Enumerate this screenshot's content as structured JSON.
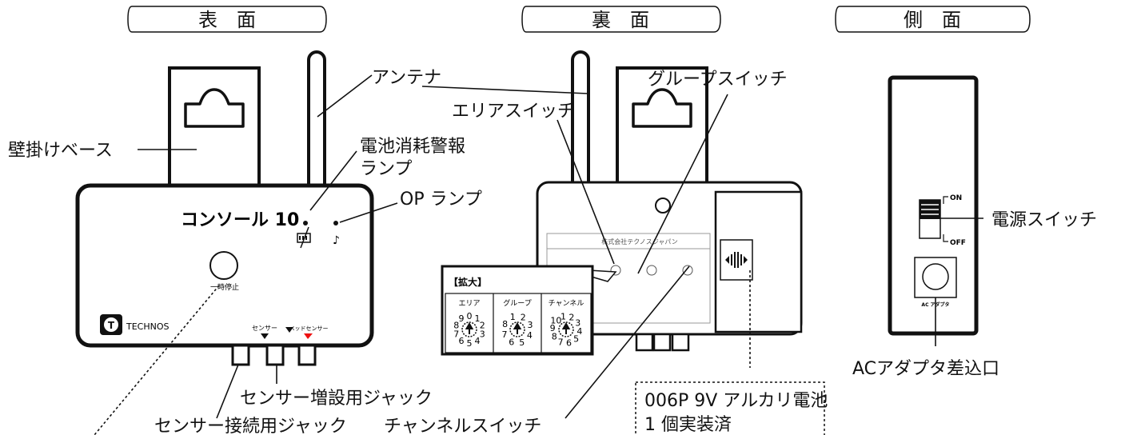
{
  "headers": {
    "front": "表　面",
    "back": "裏　面",
    "side": "側　面"
  },
  "front_device": {
    "title": "コンソール 10",
    "button_label": "一時停止",
    "brand": "TECHNOS",
    "jack_sensor": "センサー",
    "jack_bed_sensor": "ベッドセンサー"
  },
  "back_device": {
    "company": "株式会社テクノスジャパン"
  },
  "zoom_panel": {
    "title": "【拡大】",
    "columns": [
      "エリア",
      "グループ",
      "チャンネル"
    ],
    "area_dial": [
      "0",
      "1",
      "2",
      "3",
      "4",
      "5",
      "6",
      "7",
      "8",
      "9"
    ],
    "group_dial": [
      "1",
      "2",
      "3",
      "4",
      "5",
      "6",
      "7",
      "8"
    ],
    "channel_dial": [
      "1",
      "2",
      "3",
      "4",
      "5",
      "6",
      "7",
      "8",
      "9",
      "10"
    ]
  },
  "side_device": {
    "on_label": "ON",
    "off_label": "OFF",
    "ac_label": "AC アダプタ"
  },
  "callouts": {
    "antenna": "アンテナ",
    "group_switch": "グループスイッチ",
    "area_switch": "エリアスイッチ",
    "wall_base": "壁掛けベース",
    "battery_lamp_1": "電池消耗警報",
    "battery_lamp_2": "ランプ",
    "op_lamp": "OP ランプ",
    "power_switch": "電源スイッチ",
    "ac_jack": "ACアダプタ差込口",
    "sensor_expansion_jack": "センサー増設用ジャック",
    "sensor_connect_jack": "センサー接続用ジャック",
    "channel_switch": "チャンネルスイッチ",
    "battery_1": "006P 9V アルカリ電池",
    "battery_2": "1 個実装済"
  }
}
